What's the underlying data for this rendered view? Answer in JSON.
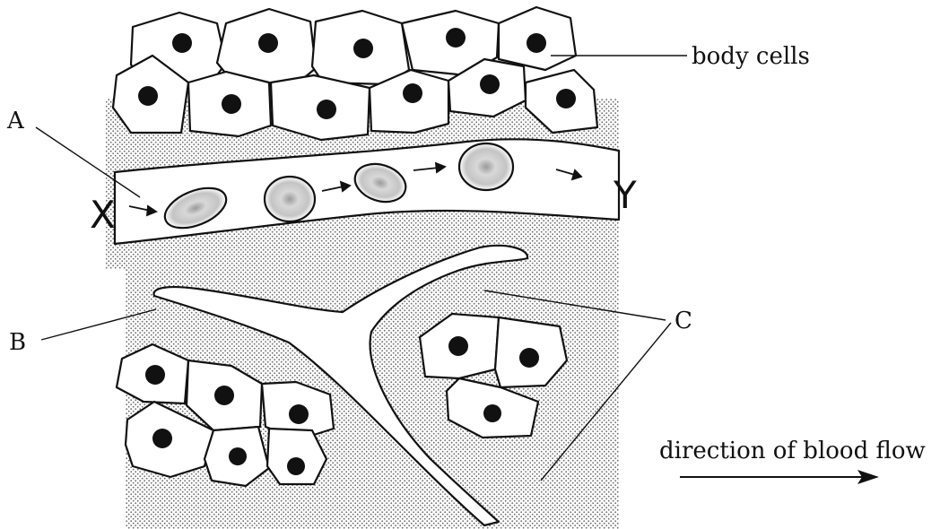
{
  "labels": {
    "body_cells": "body cells",
    "a": "A",
    "b": "B",
    "c": "C",
    "x": "X",
    "y": "Y",
    "flow": "direction of blood flow"
  },
  "colors": {
    "ink": "#111111",
    "tissue_fluid_stipple": "#9a9a9a",
    "background": "#ffffff"
  }
}
